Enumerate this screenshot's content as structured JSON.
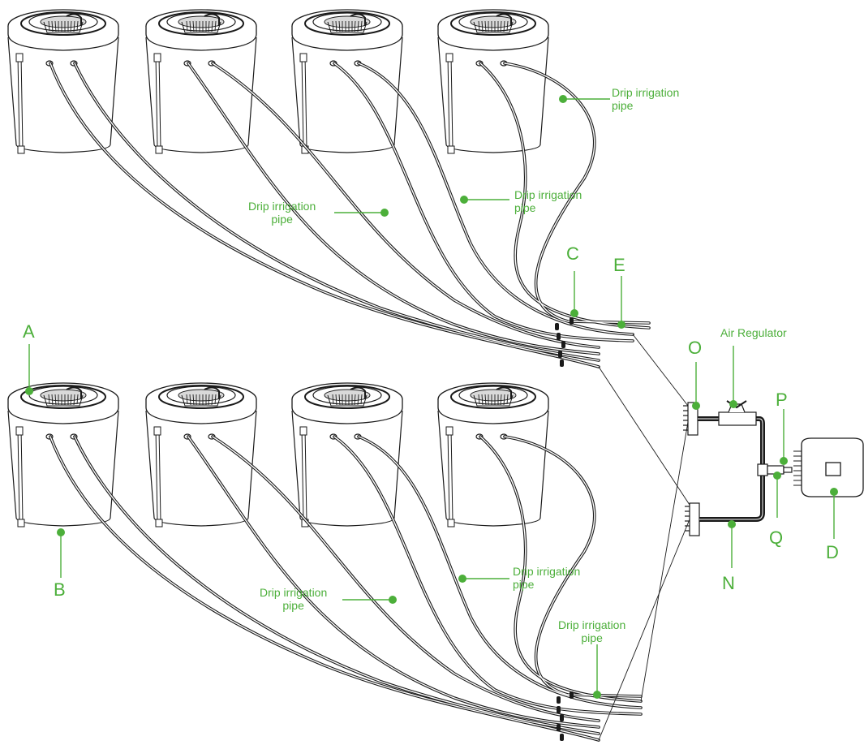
{
  "accent_color": "#4caf3a",
  "line_color": "#1a1a1a",
  "letters": {
    "a": "A",
    "b": "B",
    "c": "C",
    "d": "D",
    "e": "E",
    "n": "N",
    "o": "O",
    "p": "P",
    "q": "Q"
  },
  "notes": {
    "air_regulator": "Air Regulator",
    "drip_line1": "Drip irrigation",
    "drip_line2": "pipe"
  }
}
